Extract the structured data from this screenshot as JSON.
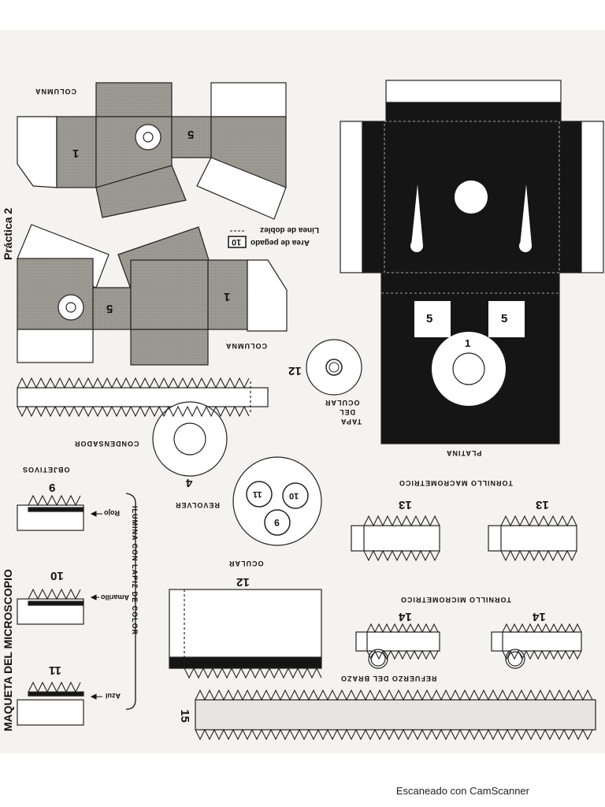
{
  "sheet": {
    "practice": "Práctica 2",
    "model_title": "MAQUETA DEL MICROSCOPIO",
    "color_instruction": "ILUMINA CON LAPIZ DE COLOR"
  },
  "legend": {
    "glue_area_number": "10",
    "glue_area_label": "Area de pegado",
    "fold_line_label": "Linea de doblez"
  },
  "parts": {
    "columna_top": {
      "label": "COLUMNA",
      "num_1": "1",
      "num_5": "5"
    },
    "columna_bottom": {
      "label": "COLUMNA",
      "num_1": "1",
      "num_5": "5"
    },
    "platina": {
      "label": "PLATINA",
      "num_5a": "5",
      "num_5b": "5",
      "num_1": "1"
    },
    "tapa": {
      "number": "12",
      "line1": "TAPA",
      "line2": "DEL",
      "line3": "OCULAR"
    },
    "condensador": {
      "label": "CONDENSADOR",
      "number": "4"
    },
    "revolver": {
      "label": "REVOLVER",
      "o1": "11",
      "o2": "10",
      "o3": "9"
    },
    "objetivos": {
      "label": "OBJETIVOS",
      "items": [
        {
          "number": "9",
          "color": "Rojo"
        },
        {
          "number": "10",
          "color": "Amarillo"
        },
        {
          "number": "11",
          "color": "Azul"
        }
      ]
    },
    "ocular": {
      "label": "OCULAR",
      "number": "12"
    },
    "macrometrico": {
      "label": "TORNILLO MACROMETRICO",
      "n1": "13",
      "n2": "13"
    },
    "micrometrico": {
      "label": "TORNILLO MICROMETRICO",
      "n1": "14",
      "n2": "14"
    },
    "refuerzo": {
      "label": "REFUERZO DEL BRAZO",
      "number": "15"
    }
  },
  "colors": {
    "gray_panel": "#9a9890",
    "black_panel": "#151515",
    "paper": "#f4f3ef"
  },
  "footer": {
    "scanner": "Escaneado con CamScanner"
  }
}
